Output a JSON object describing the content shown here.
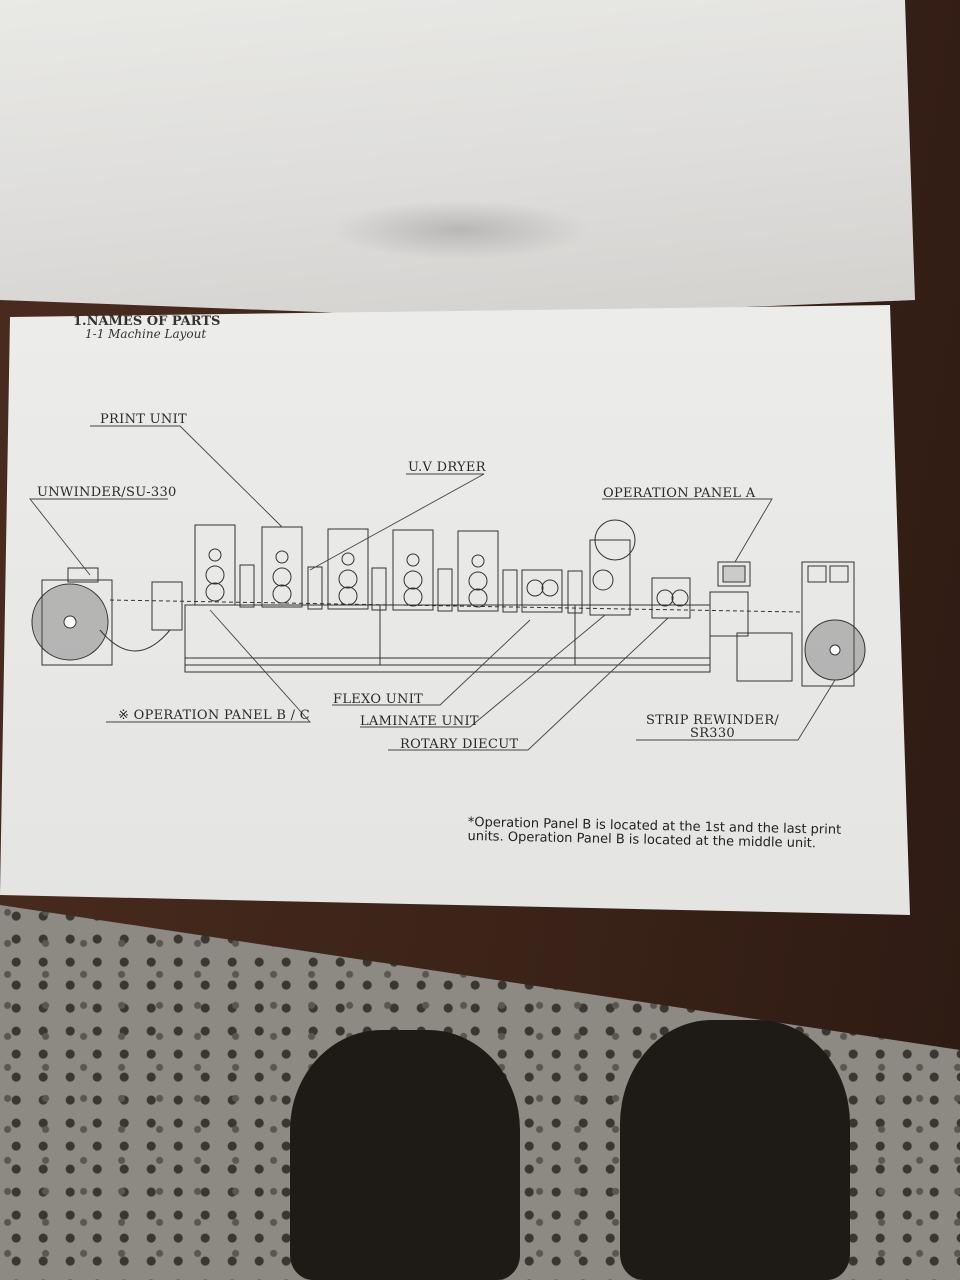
{
  "heading": "1.NAMES OF PARTS",
  "subheading": "1-1 Machine Layout",
  "labels": {
    "print_unit": "PRINT UNIT",
    "uv_dryer": "U.V DRYER",
    "unwinder": "UNWINDER/SU-330",
    "operation_panel_a": "OPERATION PANEL A",
    "operation_panel_bc": "※ OPERATION PANEL B / C",
    "flexo_unit": "FLEXO UNIT",
    "laminate_unit": "LAMINATE UNIT",
    "rotary_diecut": "ROTARY DIECUT",
    "strip_rewinder_1": "STRIP REWINDER/",
    "strip_rewinder_2": "SR330"
  },
  "note": "*Operation Panel B is located at the 1st and the last print units. Operation Panel B is located at the middle unit."
}
